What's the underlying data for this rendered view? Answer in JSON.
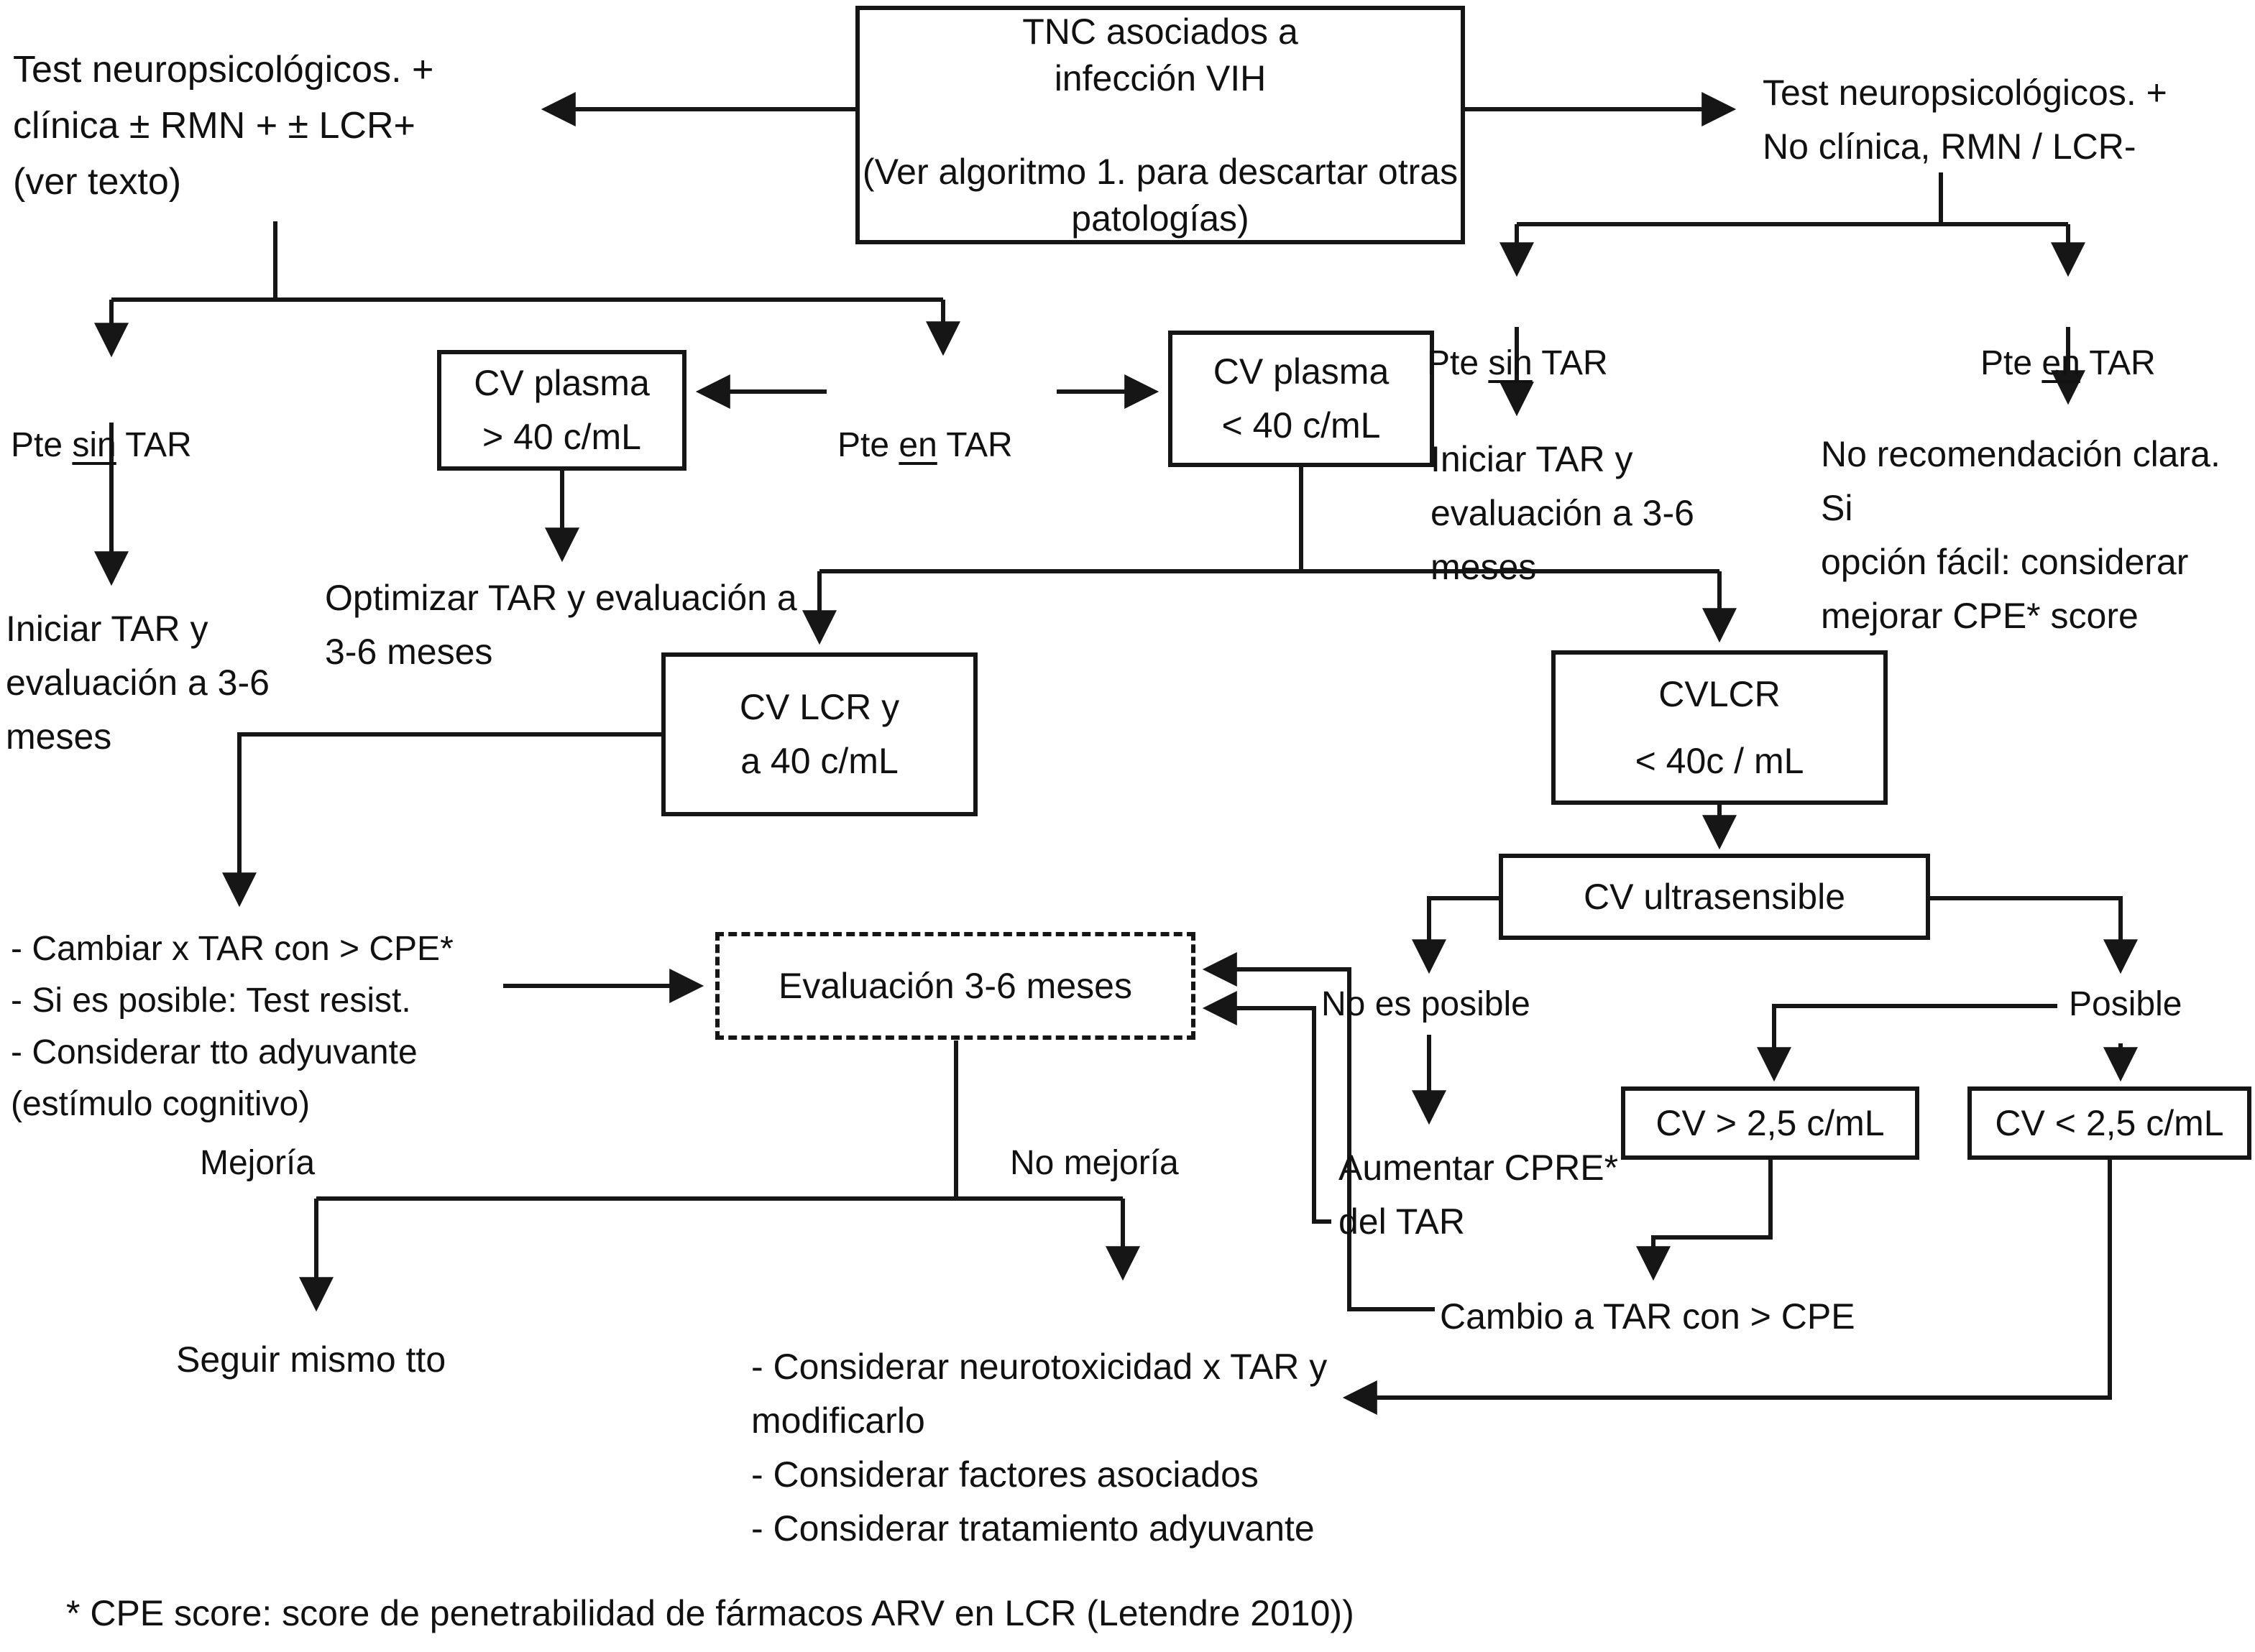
{
  "diagram": {
    "root_box": "TNC asociados a\ninfección VIH\n\n(Ver algoritmo 1. para descartar otras\npatologías)",
    "left": {
      "criteria": "Test neuropsicológicos. +\nclínica ± RMN + ± LCR+\n(ver texto)",
      "pte_sin_tar": {
        "pre": "Pte ",
        "underline": "sin",
        "post": " TAR"
      },
      "iniciar_tar": "Iniciar TAR y\nevaluación a 3-6\nmeses",
      "cv_plasma_gt40": "CV plasma\n> 40 c/mL",
      "pte_en_tar": {
        "pre": "Pte ",
        "underline": "en",
        "post": " TAR"
      },
      "cv_plasma_lt40": "CV plasma\n< 40 c/mL",
      "optimizar": "Optimizar TAR y evaluación a\n3-6 meses"
    },
    "middle": {
      "cv_lcr_40": "CV LCR y\na 40 c/mL",
      "cvlcr_lt40": "CVLCR\n< 40c / mL",
      "acciones": "- Cambiar x TAR con > CPE*\n- Si es posible: Test resist.\n- Considerar tto adyuvante\n  (estímulo cognitivo)",
      "evaluacion": "Evaluación 3-6 meses",
      "mejoria": "Mejoría",
      "no_mejoria": "No mejoría",
      "seguir_mismo_tto": "Seguir mismo tto",
      "no_mejoria_acciones": "- Considerar neurotoxicidad x TAR y\n  modificarlo\n- Considerar factores asociados\n- Considerar tratamiento adyuvante"
    },
    "right": {
      "criteria": "Test neuropsicológicos. +\nNo clínica, RMN / LCR-",
      "pte_sin_tar": {
        "pre": "Pte ",
        "underline": "sin",
        "post": " TAR"
      },
      "pte_en_tar": {
        "pre": "Pte ",
        "underline": "en",
        "post": " TAR"
      },
      "iniciar_tar": "Iniciar TAR y\nevaluación a 3-6\nmeses",
      "no_recomendacion": "No recomendación clara. Si\nopción fácil: considerar\nmejorar CPE* score",
      "cv_ultrasensible": "CV ultrasensible",
      "no_es_posible": "No es posible",
      "posible": "Posible",
      "aumentar_cpre": "Aumentar CPRE*\ndel TAR",
      "cv_gt_25": "CV > 2,5 c/mL",
      "cv_lt_25": "CV < 2,5 c/mL",
      "cambio_tar": "Cambio a TAR con > CPE"
    },
    "footnote": "* CPE score: score de penetrabilidad de fármacos ARV en LCR (Letendre 2010))",
    "colors": {
      "line": "#161616",
      "text": "#111111",
      "background": "#ffffff"
    }
  }
}
